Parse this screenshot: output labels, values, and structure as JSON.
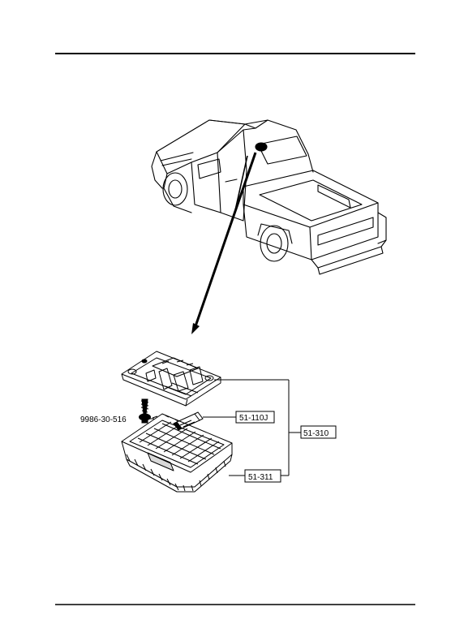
{
  "labels": {
    "bolt": "9986-30-516",
    "bulb": "51-110J",
    "assembly": "51-310",
    "lens": "51-311"
  }
}
